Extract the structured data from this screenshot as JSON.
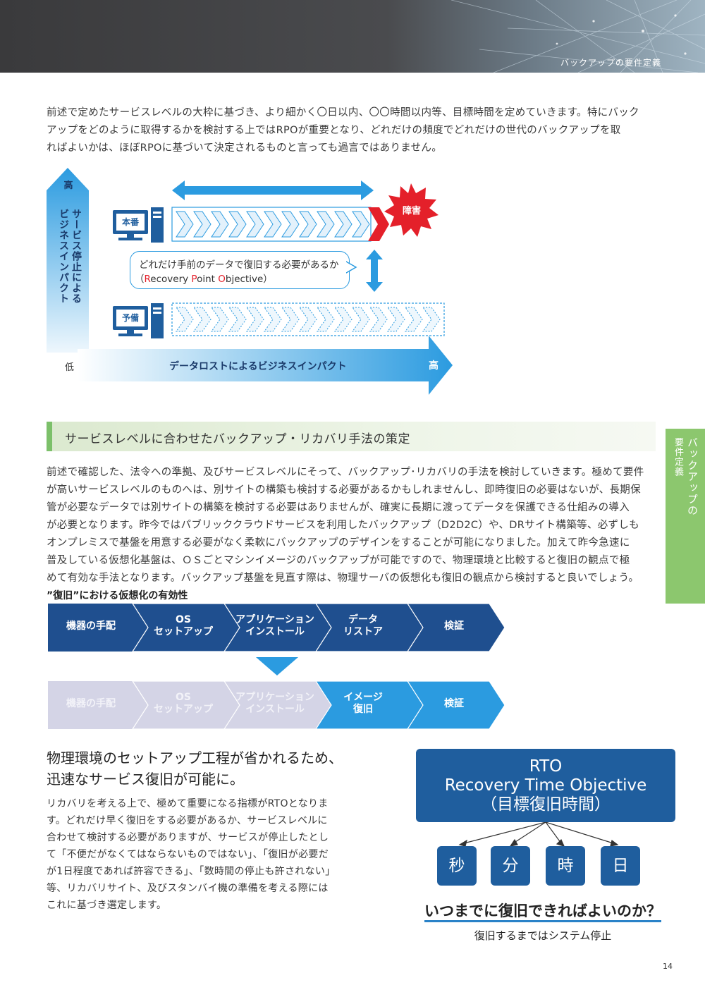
{
  "header": {
    "section_title": "バックアップの要件定義"
  },
  "intro_lines": [
    "前述で定めたサービスレベルの大枠に基づき、より細かく〇日以内、〇〇時間以内等、目標時間を定めていきます。特にバック",
    "アップをどのように取得するかを検討する上ではRPOが重要となり、どれだけの頻度でどれだけの世代のバックアップを取",
    "ればよいかは、ほぼRPOに基づいて決定されるものと言っても過言ではありません。"
  ],
  "rpo_diagram": {
    "vertical_axis_high": "高",
    "vertical_axis_label_col1": "サービス停止による",
    "vertical_axis_label_col2": "ビジネスインパクト",
    "vertical_axis_low": "低",
    "horizontal_axis_label": "データロストによるビジネスインパクト",
    "horizontal_axis_high": "高",
    "production_label": "本番",
    "standby_label": "予備",
    "failure_label": "障害",
    "callout_line1": "どれだけ手前のデータで復旧する必要があるか",
    "callout_open": "（",
    "callout_R": "R",
    "callout_ecovery": "ecovery ",
    "callout_P": "P",
    "callout_oint": "oint ",
    "callout_O": "O",
    "callout_bjective": "bjective",
    "callout_close": "）"
  },
  "subheading": "サービスレベルに合わせたバックアップ・リカバリ手法の策定",
  "side_tab": {
    "col1": "バックアップの",
    "col2": "要件定義"
  },
  "body_lines": [
    "前述で確認した、法令への準拠、及びサービスレベルにそって、バックアップ･リカバリの手法を検討していきます。極めて要件",
    "が高いサービスレベルのものへは、別サイトの構築も検討する必要があるかもしれませんし、即時復旧の必要はないが、長期保",
    "管が必要なデータでは別サイトの構築を検討する必要はありませんが、確実に長期に渡ってデータを保護できる仕組みの導入",
    "が必要となります。昨今ではパブリッククラウドサービスを利用したバックアップ（D2D2C）や、DRサイト構築等、必ずしも",
    "オンプレミスで基盤を用意する必要がなく柔軟にバックアップのデザインをすることが可能になりました。加えて昨今急速に",
    "普及している仮想化基盤は、ＯＳごとマシンイメージのバックアップが可能ですので、物理環境と比較すると復旧の観点で極",
    "めて有効な手法となります。バックアップ基盤を見直す際は、物理サーバの仮想化も復旧の観点から検討すると良いでしょう。"
  ],
  "virtualization_title": "”復旧”における仮想化の有効性",
  "flow_physical": [
    {
      "line1": "機器の手配",
      "line2": ""
    },
    {
      "line1": "OS",
      "line2": "セットアップ"
    },
    {
      "line1": "アプリケーション",
      "line2": "インストール"
    },
    {
      "line1": "データ",
      "line2": "リストア"
    },
    {
      "line1": "検証",
      "line2": ""
    }
  ],
  "flow_virtual": [
    {
      "line1": "機器の手配",
      "line2": ""
    },
    {
      "line1": "OS",
      "line2": "セットアップ"
    },
    {
      "line1": "アプリケーション",
      "line2": "インストール"
    },
    {
      "line1": "イメージ",
      "line2": "復旧"
    },
    {
      "line1": "検証",
      "line2": ""
    }
  ],
  "benefit_heading": [
    "物理環境のセットアップ工程が省かれるため、",
    "迅速なサービス復旧が可能に。"
  ],
  "rto_text_lines": [
    "リカバリを考える上で、極めて重要になる指標がRTOとなりま",
    "す。どれだけ早く復旧をする必要があるか、サービスレベルに",
    "合わせて検討する必要がありますが、サービスが停止したとし",
    "て「不便だがなくてはならないものではない」、「復旧が必要だ",
    "が1日程度であれば許容できる」、「数時間の停止も許されない」",
    "等、リカバリサイト、及びスタンバイ機の準備を考える際には",
    "これに基づき選定します。"
  ],
  "rto_box": {
    "line1": "RTO",
    "line2": "Recovery Time Objective",
    "line3": "（目標復旧時間）"
  },
  "rto_units": [
    "秒",
    "分",
    "時",
    "日"
  ],
  "rto_question": "いつまでに復旧できればよいのか？",
  "rto_note": "復旧するまではシステム停止",
  "page_number": "14",
  "colors": {
    "blue_dark": "#1f4f8f",
    "blue_light": "#2a9ee0",
    "green": "#8cc76e",
    "red": "#e4202a"
  }
}
